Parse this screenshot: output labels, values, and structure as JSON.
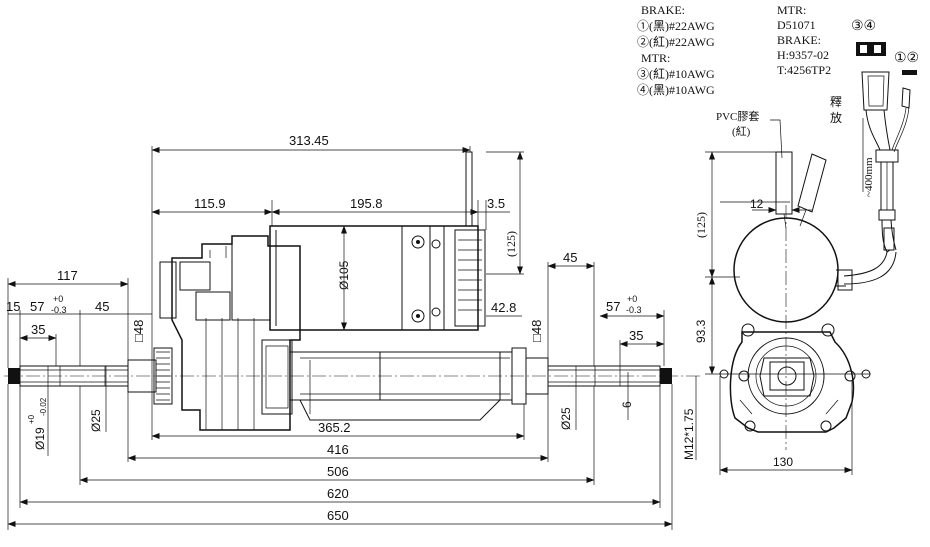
{
  "notes": {
    "brake_title": "BRAKE:",
    "brake_1": "①(黑)#22AWG",
    "brake_2": "②(紅)#22AWG",
    "mtr_title": "MTR:",
    "mtr_3": "③(紅)#10AWG",
    "mtr_4": "④(黑)#10AWG"
  },
  "part_info": {
    "mtr_title": "MTR:",
    "mtr_code": "D51071",
    "brake_title": "BRAKE:",
    "brake_h": "H:9357-02",
    "brake_t": "T:4256TP2"
  },
  "connectors": {
    "mtr_pins": "③④",
    "brake_pins": "①②",
    "release_label": "釋\n放"
  },
  "side_view": {
    "pvc_label": "PVC膠套",
    "pvc_color": "(紅)",
    "cable_length": "~400mm",
    "dim_12": "12",
    "dim_125": "(125)",
    "dim_93_3": "93.3",
    "dim_130": "130",
    "thread": "M12*1.75"
  },
  "front_view": {
    "dim_313_45": "313.45",
    "dim_115_9": "115.9",
    "dim_195_8": "195.8",
    "dim_3_5": "3.5",
    "dim_125": "(125)",
    "dim_dia105": "Ø105",
    "dim_45_top": "45",
    "dim_42_8": "42.8",
    "dim_117": "117",
    "dim_15": "15",
    "dim_57_left": "57",
    "tol_plus": "+0",
    "tol_minus": "-0.3",
    "dim_45_left": "45",
    "dim_35_left": "35",
    "dim_sq48_left": "□48",
    "dim_sq48_right": "□48",
    "dim_57_right": "57",
    "dim_35_right": "35",
    "dim_dia25_left": "Ø25",
    "dim_dia25_right": "Ø25",
    "dim_dia19": "Ø19",
    "dia19_tol_plus": "+0",
    "dia19_tol_minus": "-0.02",
    "dim_6": "6",
    "dim_365_2": "365.2",
    "dim_416": "416",
    "dim_506": "506",
    "dim_620": "620",
    "dim_650": "650"
  }
}
